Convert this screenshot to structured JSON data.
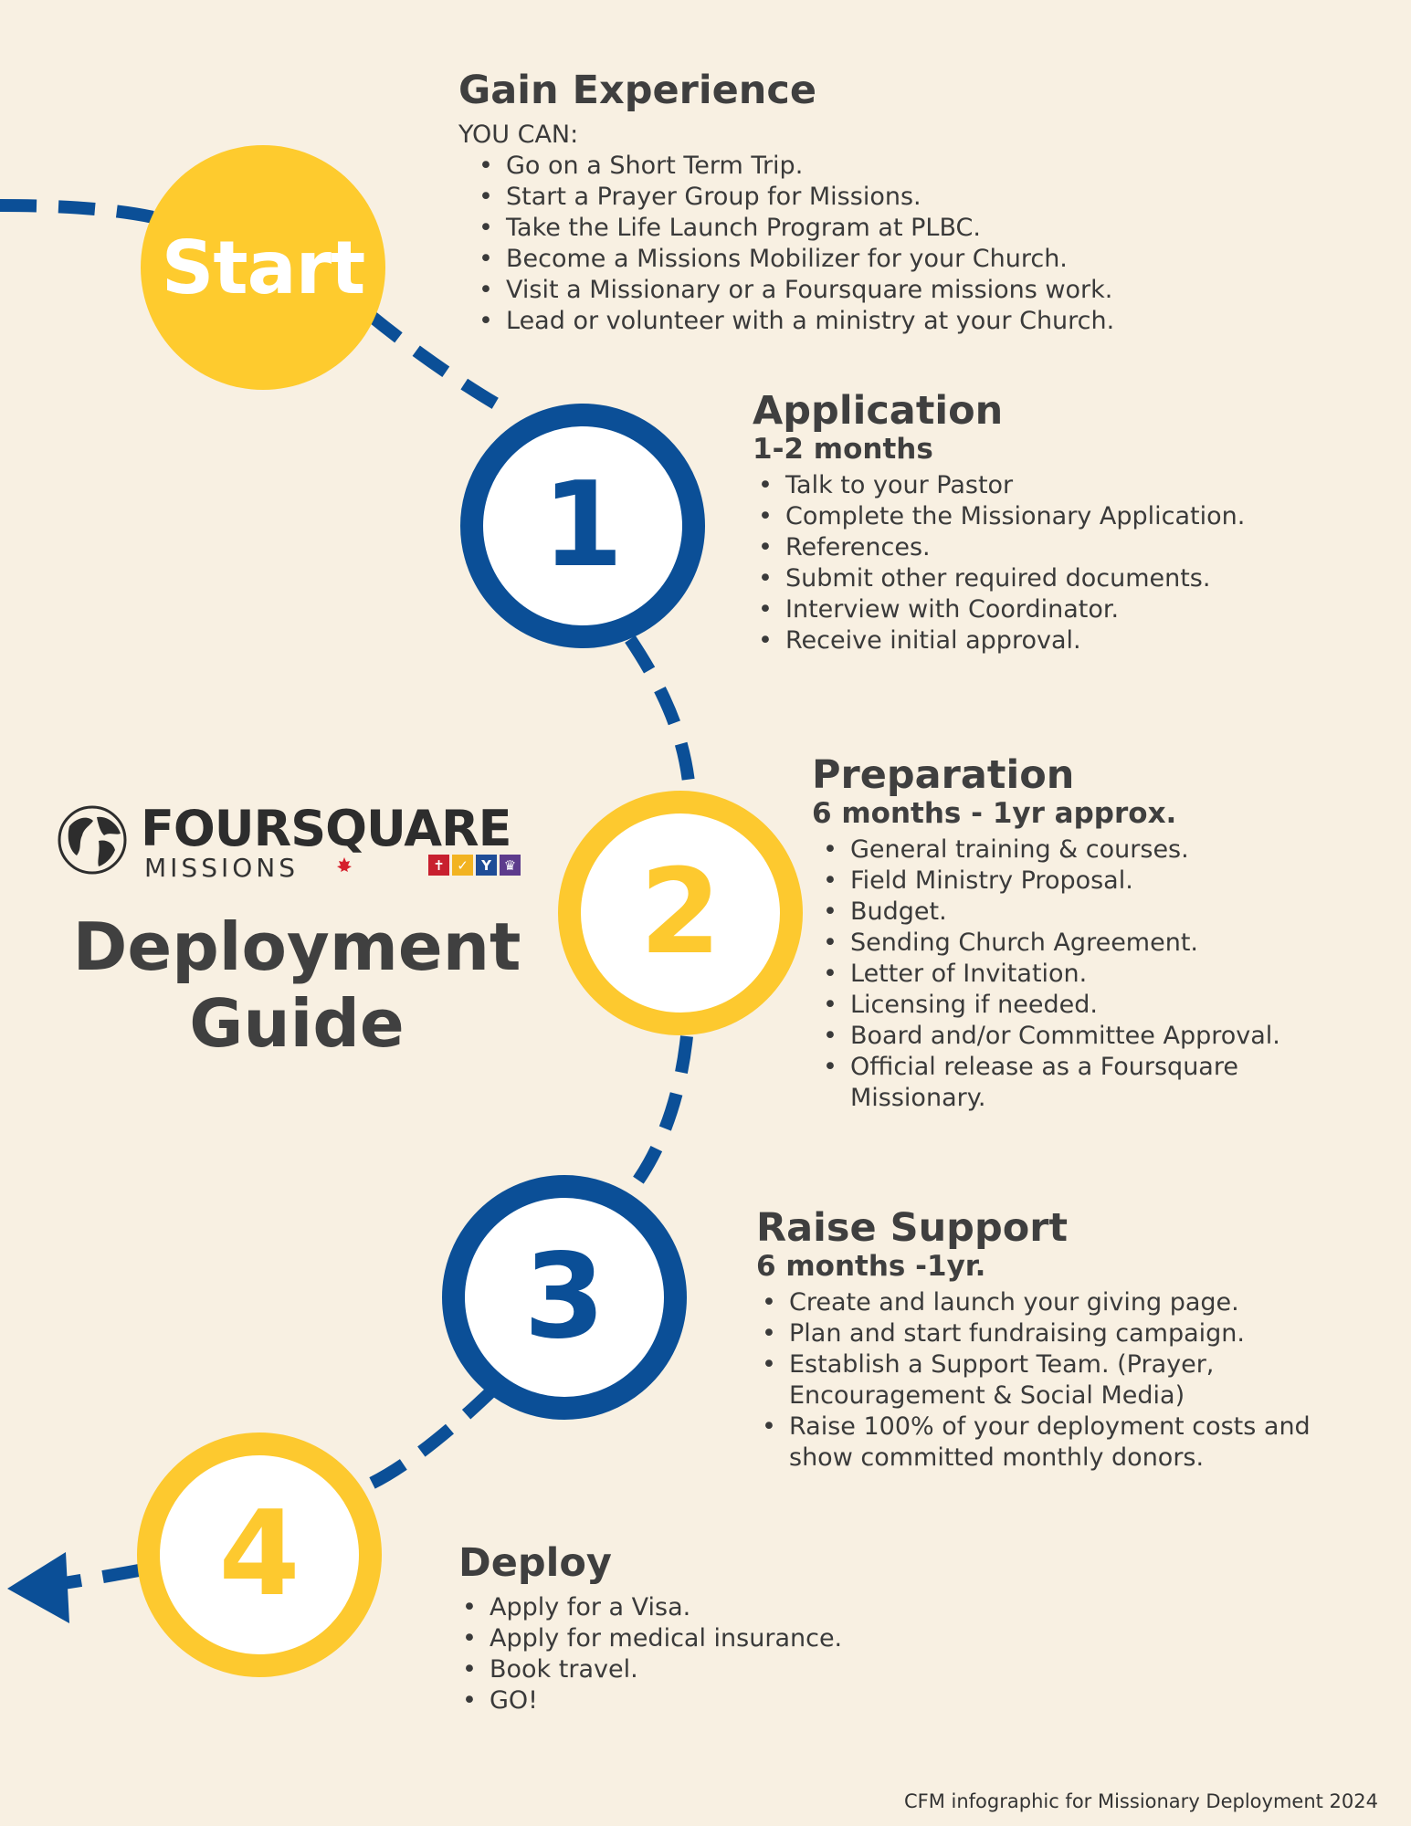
{
  "colors": {
    "background": "#f8f0e2",
    "blue": "#0b4f97",
    "yellow": "#fdc92f",
    "text": "#3f3f3f"
  },
  "start": {
    "label": "Start"
  },
  "gain": {
    "title": "Gain Experience",
    "lead": "YOU CAN:",
    "items": [
      "Go on a Short Term Trip.",
      "Start a Prayer Group for Missions.",
      "Take the Life Launch Program at PLBC.",
      "Become a Missions Mobilizer for your Church.",
      "Visit a Missionary or a Foursquare missions work.",
      "Lead or volunteer with a ministry at your Church."
    ]
  },
  "application": {
    "number": "1",
    "title": "Application",
    "duration": "1-2 months",
    "items": [
      "Talk to your Pastor",
      "Complete the Missionary Application.",
      "References.",
      "Submit other required documents.",
      "Interview with Coordinator.",
      "Receive initial approval."
    ]
  },
  "preparation": {
    "number": "2",
    "title": "Preparation",
    "duration": "6 months - 1yr approx.",
    "items": [
      "General training & courses.",
      "Field Ministry Proposal.",
      "Budget.",
      "Sending Church Agreement.",
      "Letter of Invitation.",
      "Licensing if needed.",
      "Board and/or Committee Approval.",
      "Official release as a Foursquare Missionary."
    ]
  },
  "raise": {
    "number": "3",
    "title": "Raise Support",
    "duration": "6 months -1yr.",
    "items": [
      "Create and launch your giving page.",
      "Plan and start fundraising campaign.",
      "Establish a Support Team. (Prayer, Encouragement & Social Media)",
      "Raise 100% of your deployment costs and show committed monthly donors."
    ]
  },
  "deploy": {
    "number": "4",
    "title": "Deploy",
    "items": [
      "Apply for a Visa.",
      "Apply for medical insurance.",
      "Book travel.",
      "GO!"
    ]
  },
  "logo": {
    "word": "FOURSQUARE",
    "sub": "MISSIONS",
    "icons": [
      "cross-icon",
      "dove-icon",
      "cup-icon",
      "crown-icon"
    ]
  },
  "guide_title": {
    "line1": "Deployment",
    "line2": "Guide"
  },
  "footer": "CFM infographic for Missionary Deployment 2024"
}
